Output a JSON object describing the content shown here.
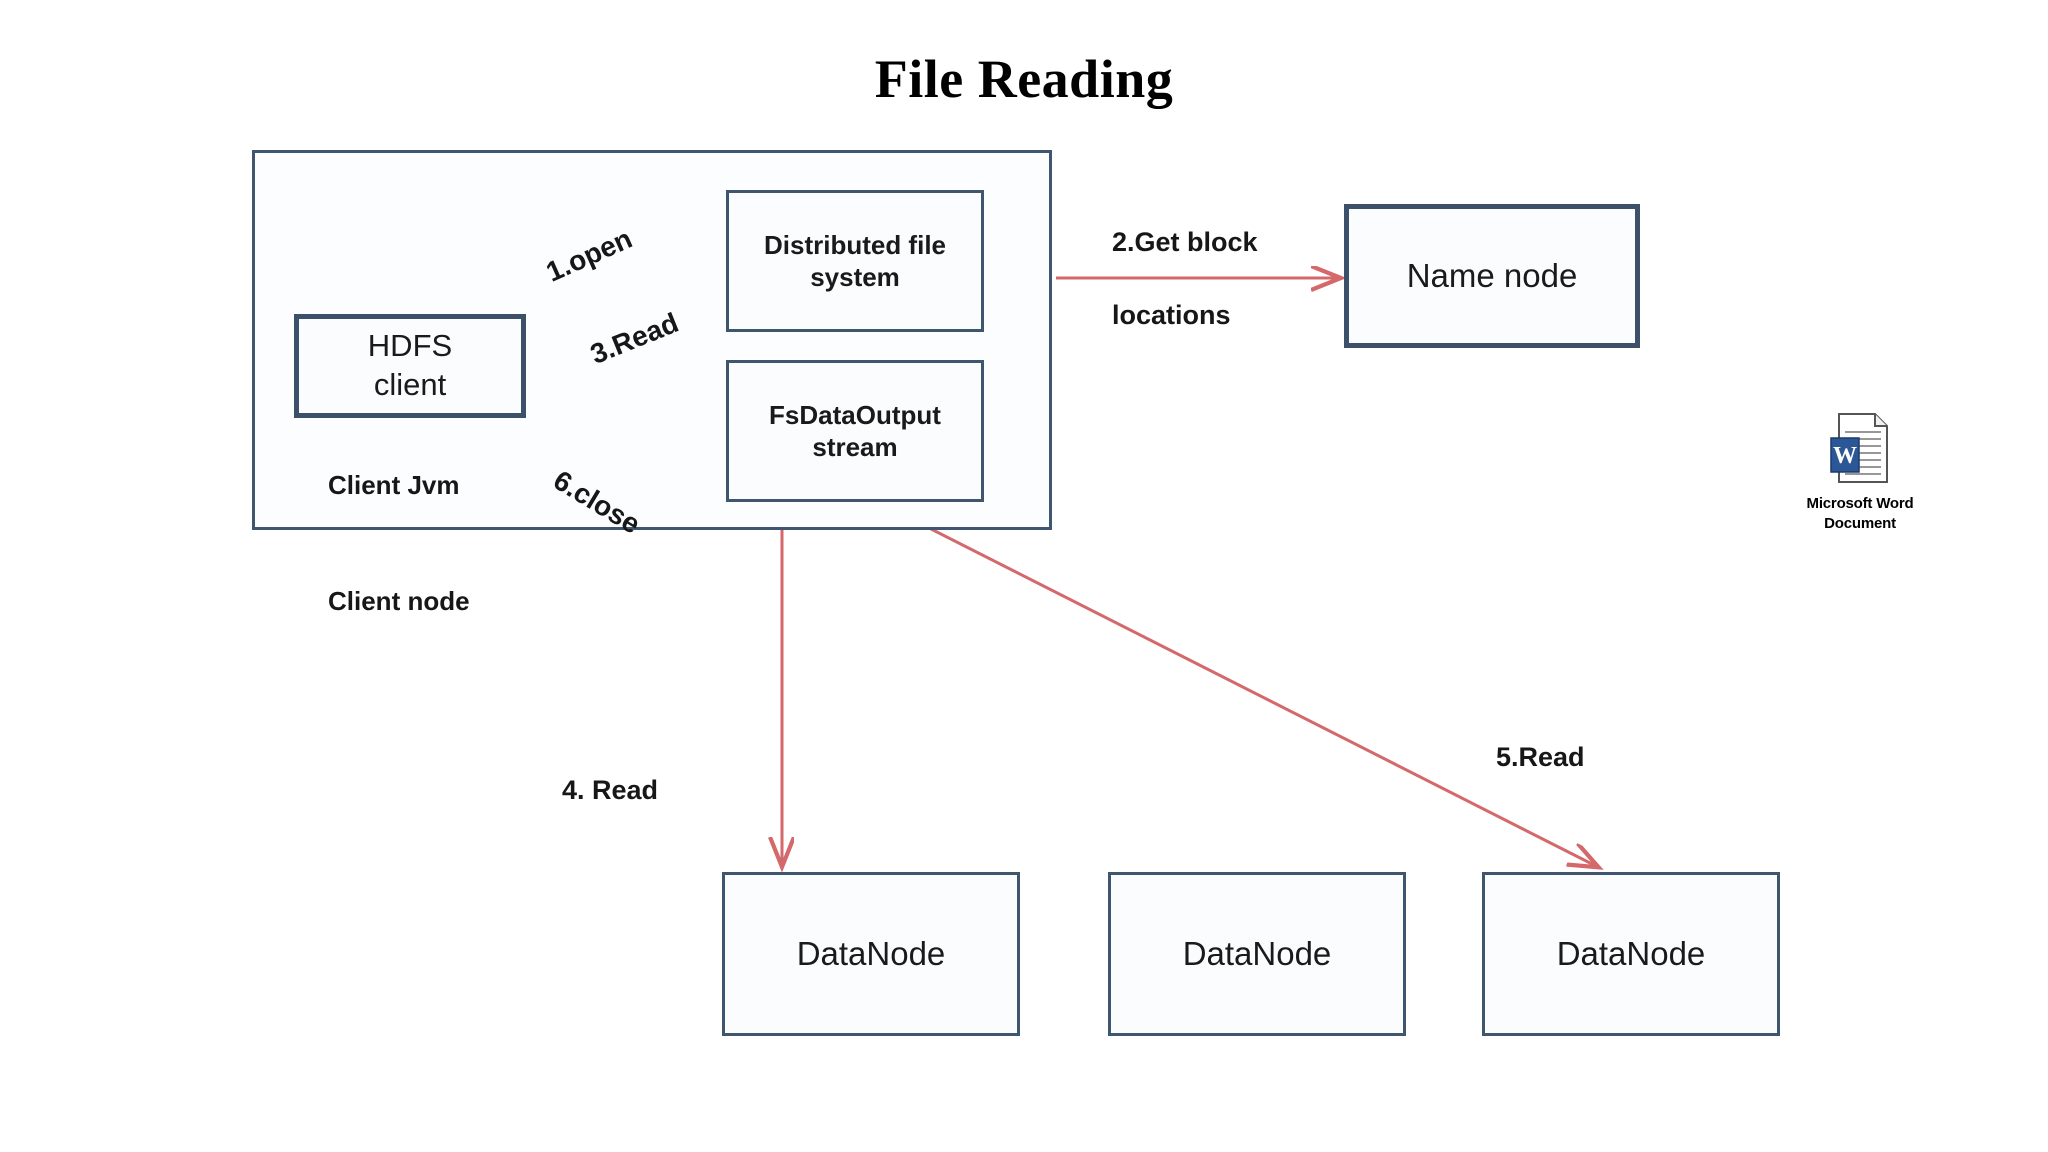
{
  "page": {
    "title": "File Reading",
    "background": "#ffffff"
  },
  "colors": {
    "box_border": "#3c506a",
    "box_fill": "#fbfcfe",
    "arrow": "#d4686a",
    "text": "#171717",
    "word_blue": "#2b5797"
  },
  "client_node": {
    "container_label": "Client node",
    "jvm_label": "Client Jvm",
    "boxes": {
      "hdfs_client": "HDFS\nclient",
      "hdfs_client_line1": "HDFS",
      "hdfs_client_line2": "client",
      "distributed_fs_line1": "Distributed file",
      "distributed_fs_line2": "system",
      "fsdata_line1": "FsDataOutput",
      "fsdata_line2": "stream"
    }
  },
  "nodes": {
    "name_node": "Name node",
    "data_node_1": "DataNode",
    "data_node_2": "DataNode",
    "data_node_3": "DataNode"
  },
  "steps": [
    {
      "id": "1",
      "label": "1.open",
      "from": "HDFS client",
      "to": "Distributed file system"
    },
    {
      "id": "2",
      "label": "2.Get block\nlocations",
      "line1": "2.Get block",
      "line2": "locations",
      "from": "Distributed file system",
      "to": "Name node"
    },
    {
      "id": "3",
      "label": "3.Read",
      "from": "HDFS client",
      "to": "FsDataOutput stream"
    },
    {
      "id": "4",
      "label": "4. Read",
      "from": "FsDataOutput stream",
      "to": "DataNode"
    },
    {
      "id": "5",
      "label": "5.Read",
      "from": "FsDataOutput stream",
      "to": "DataNode"
    },
    {
      "id": "6",
      "label": "6.close",
      "from": "HDFS client",
      "to": "FsDataOutput stream"
    }
  ],
  "embedded_object": {
    "icon": "word-document-icon",
    "caption_line1": "Microsoft Word",
    "caption_line2": "Document",
    "glyph_letter": "W"
  }
}
